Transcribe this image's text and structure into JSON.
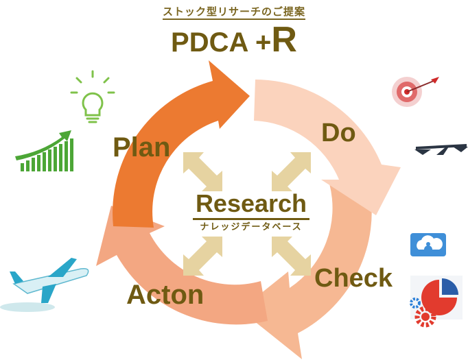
{
  "header": {
    "subtitle": "ストック型リサーチのご提案",
    "title_main": "PDCA +",
    "title_r": "R"
  },
  "cycle": {
    "plan": "Plan",
    "do": "Do",
    "check": "Check",
    "act": "Acton"
  },
  "center": {
    "title": "Research",
    "subtitle": "ナレッジデータベース"
  },
  "colors": {
    "plan": "#ec7a31",
    "do": "#fbd3bd",
    "check": "#f6b893",
    "act": "#f3a782",
    "center_arrows": "#e6d3a1",
    "text": "#6f5a12"
  },
  "icons": [
    "lightbulb-icon",
    "growth-chart-icon",
    "airplane-icon",
    "target-icon",
    "balance-scale-icon",
    "cloud-users-icon",
    "pie-chart-icon",
    "gears-icon"
  ]
}
